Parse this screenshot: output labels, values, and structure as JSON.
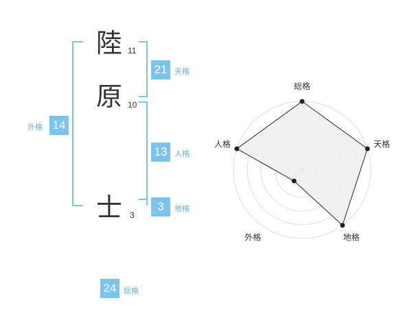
{
  "name": {
    "characters": [
      {
        "char": "陸",
        "strokes": "11"
      },
      {
        "char": "原",
        "strokes": "10"
      },
      {
        "char": "士",
        "strokes": "3"
      }
    ]
  },
  "fortunes": {
    "tenkaku": {
      "value": "21",
      "label": "天格"
    },
    "jinkaku": {
      "value": "13",
      "label": "人格"
    },
    "chikaku": {
      "value": "3",
      "label": "地格"
    },
    "gaikaku": {
      "value": "14",
      "label": "外格"
    },
    "soukaku": {
      "value": "24",
      "label": "総格"
    }
  },
  "chart_data": {
    "type": "radar",
    "axes": [
      "総格",
      "天格",
      "地格",
      "外格",
      "人格"
    ],
    "levels": 5,
    "max": 5,
    "values": [
      5,
      5,
      5,
      1,
      5
    ],
    "colors": {
      "fill": "#eeeeee",
      "line": "#222222",
      "grid": "#dddddd",
      "center": "#cccccc"
    }
  }
}
